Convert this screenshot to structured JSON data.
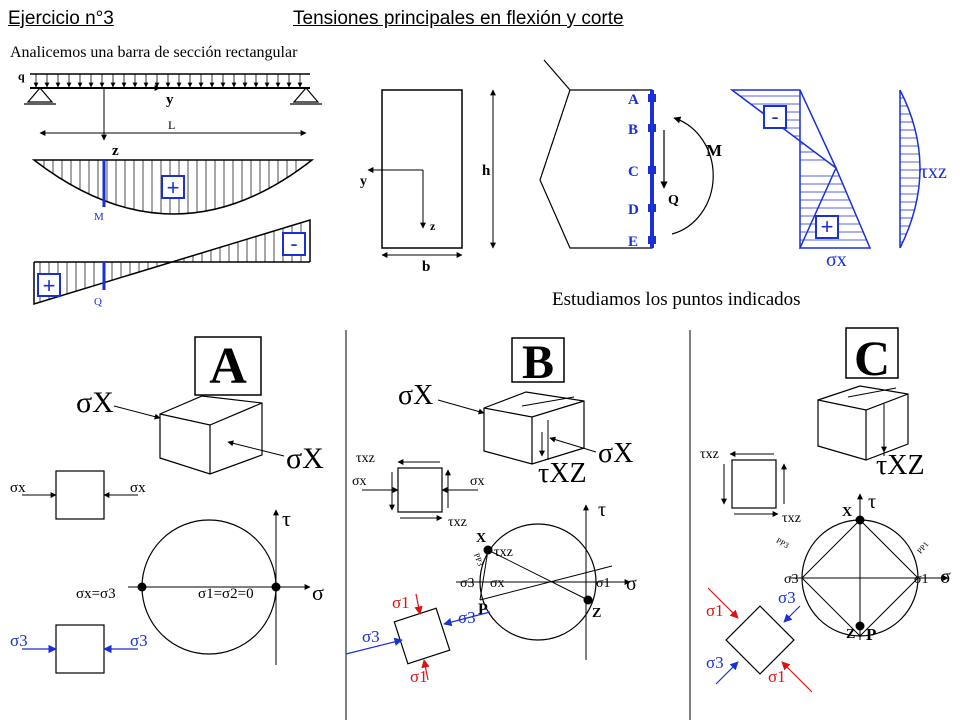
{
  "header": {
    "exercise": "Ejercicio n°3",
    "topic": "Tensiones principales en flexión y corte",
    "intro": "Analicemos una barra de sección rectangular"
  },
  "beam": {
    "load": "q",
    "axis_y": "y",
    "axis_z": "z",
    "length": "L",
    "moment_label": "M",
    "shear_label": "Q",
    "plus": "+",
    "minus": "-"
  },
  "section": {
    "h": "h",
    "b": "b",
    "y": "y",
    "z": "z",
    "points": [
      "A",
      "B",
      "C",
      "D",
      "E"
    ],
    "M": "M",
    "Q": "Q"
  },
  "stress_diagrams": {
    "minus": "-",
    "plus": "+",
    "sigma_x": "σx",
    "tau_xz": "τxz"
  },
  "study_caption": "Estudiamos los puntos indicados",
  "panel_A": {
    "title": "A",
    "sigma_x_top": "σX",
    "sigma_x_bottom": "σX",
    "sx_left": "σx",
    "sx_right": "σx",
    "tau": "τ",
    "sigma": "σ",
    "left_point": "σx=σ3",
    "right_point": "σ1=σ2=0",
    "s3_left": "σ3",
    "s3_right": "σ3"
  },
  "panel_B": {
    "title": "B",
    "sigma_x_top": "σX",
    "sigma_x_right": "σX",
    "tau_xz_big": "τXZ",
    "txz_top": "τxz",
    "sx_left": "σx",
    "sx_right": "σx",
    "txz_bottom": "τxz",
    "X": "X",
    "Z": "Z",
    "P": "P",
    "tau": "τ",
    "sigma": "σ",
    "circle_txz": "τxz",
    "s3": "σ3",
    "sx": "σx",
    "s1": "σ1",
    "pp": "PP3",
    "s1_top": "σ1",
    "s3_left": "σ3",
    "s3_right": "σ3",
    "s1_bottom": "σ1"
  },
  "panel_C": {
    "title": "C",
    "tau_xz_big": "τXZ",
    "txz_top": "τxz",
    "txz_bottom": "τxz",
    "X": "X",
    "tau": "τ",
    "pp3": "PP3",
    "pp1": "PP1",
    "s3": "σ3",
    "s1": "σ1",
    "sigma": "σ",
    "Z": "Z",
    "P": "P",
    "s1_red_left": "σ1",
    "s3_blue_top": "σ3",
    "s3_blue_left": "σ3",
    "s1_red_bottom": "σ1"
  }
}
